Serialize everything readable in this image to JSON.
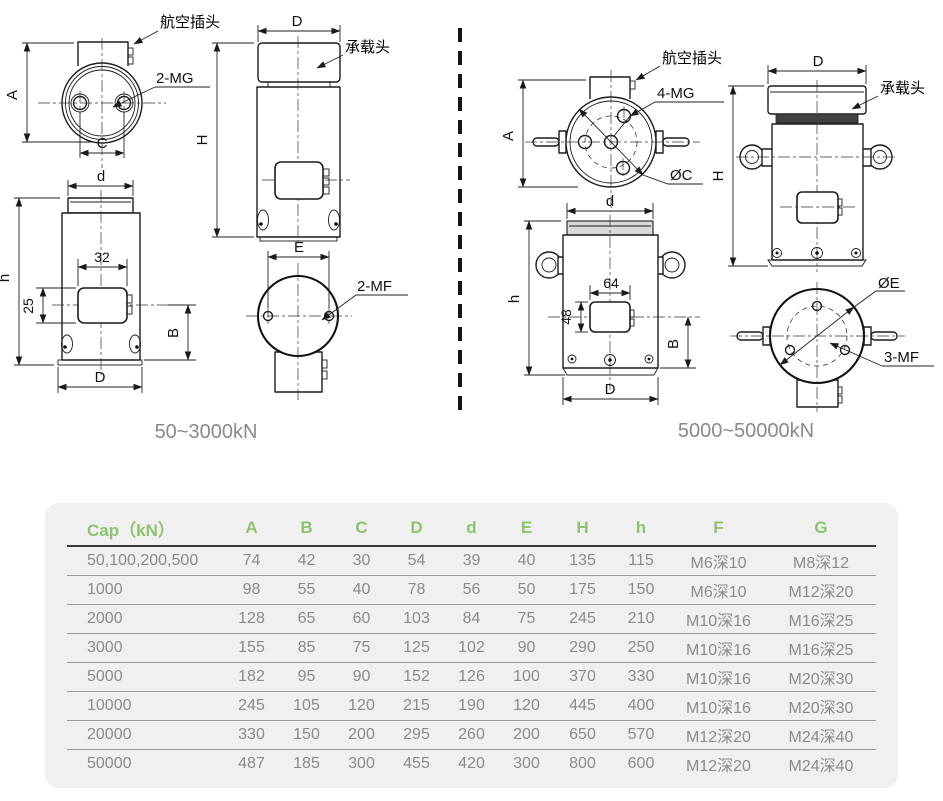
{
  "drawings": {
    "left": {
      "caption": "50~3000kN",
      "aviation_plug": "航空插头",
      "load_head": "承载头",
      "thread_top": "2-MG",
      "thread_bottom": "2-MF",
      "dims": {
        "A": "A",
        "C": "C",
        "D_top": "D",
        "H": "H",
        "d": "d",
        "h": "h",
        "w32": "32",
        "h25": "25",
        "B": "B",
        "D_bottom": "D",
        "E": "E"
      }
    },
    "right": {
      "caption": "5000~50000kN",
      "aviation_plug": "航空插头",
      "load_head": "承载头",
      "thread_top": "4-MG",
      "thread_bottom": "3-MF",
      "dims": {
        "A": "A",
        "C": "ØC",
        "D_top": "D",
        "H": "H",
        "d": "d",
        "h": "h",
        "w64": "64",
        "h48": "48",
        "B": "B",
        "D_bottom": "D",
        "E": "ØE"
      }
    }
  },
  "table": {
    "header": [
      "Cap（kN）",
      "A",
      "B",
      "C",
      "D",
      "d",
      "E",
      "H",
      "h",
      "F",
      "G"
    ],
    "rows": [
      [
        "50,100,200,500",
        "74",
        "42",
        "30",
        "54",
        "39",
        "40",
        "135",
        "115",
        "M6深10",
        "M8深12"
      ],
      [
        "1000",
        "98",
        "55",
        "40",
        "78",
        "56",
        "50",
        "175",
        "150",
        "M6深10",
        "M12深20"
      ],
      [
        "2000",
        "128",
        "65",
        "60",
        "103",
        "84",
        "75",
        "245",
        "210",
        "M10深16",
        "M16深25"
      ],
      [
        "3000",
        "155",
        "85",
        "75",
        "125",
        "102",
        "90",
        "290",
        "250",
        "M10深16",
        "M16深25"
      ],
      [
        "5000",
        "182",
        "95",
        "90",
        "152",
        "126",
        "100",
        "370",
        "330",
        "M10深16",
        "M20深30"
      ],
      [
        "10000",
        "245",
        "105",
        "120",
        "215",
        "190",
        "120",
        "445",
        "400",
        "M10深16",
        "M20深30"
      ],
      [
        "20000",
        "330",
        "150",
        "200",
        "295",
        "260",
        "200",
        "650",
        "570",
        "M12深20",
        "M24深40"
      ],
      [
        "50000",
        "487",
        "185",
        "300",
        "455",
        "420",
        "300",
        "800",
        "600",
        "M12深20",
        "M24深40"
      ]
    ],
    "colors": {
      "header_green": "#8cc46e",
      "row_text": "#8b8b8b",
      "table_bg": "#f0f0f0"
    }
  }
}
